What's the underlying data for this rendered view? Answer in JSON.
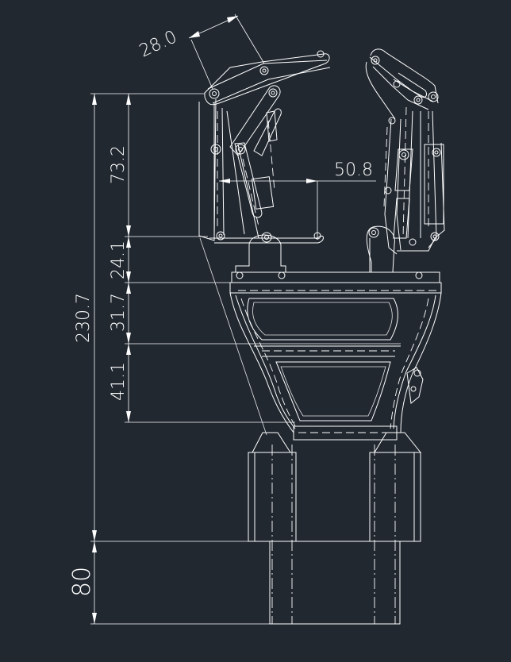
{
  "drawing": {
    "background": "#212830",
    "line_color": "#ffffff"
  },
  "dimensions": {
    "jaw_width": "28.0",
    "pivot_offset": "50.8",
    "overall_height": "230.7",
    "finger_height": "73.2",
    "pivot_base_height": "24.1",
    "upper_body_height": "31.7",
    "lower_body_height": "41.1",
    "mount_height": "80"
  }
}
